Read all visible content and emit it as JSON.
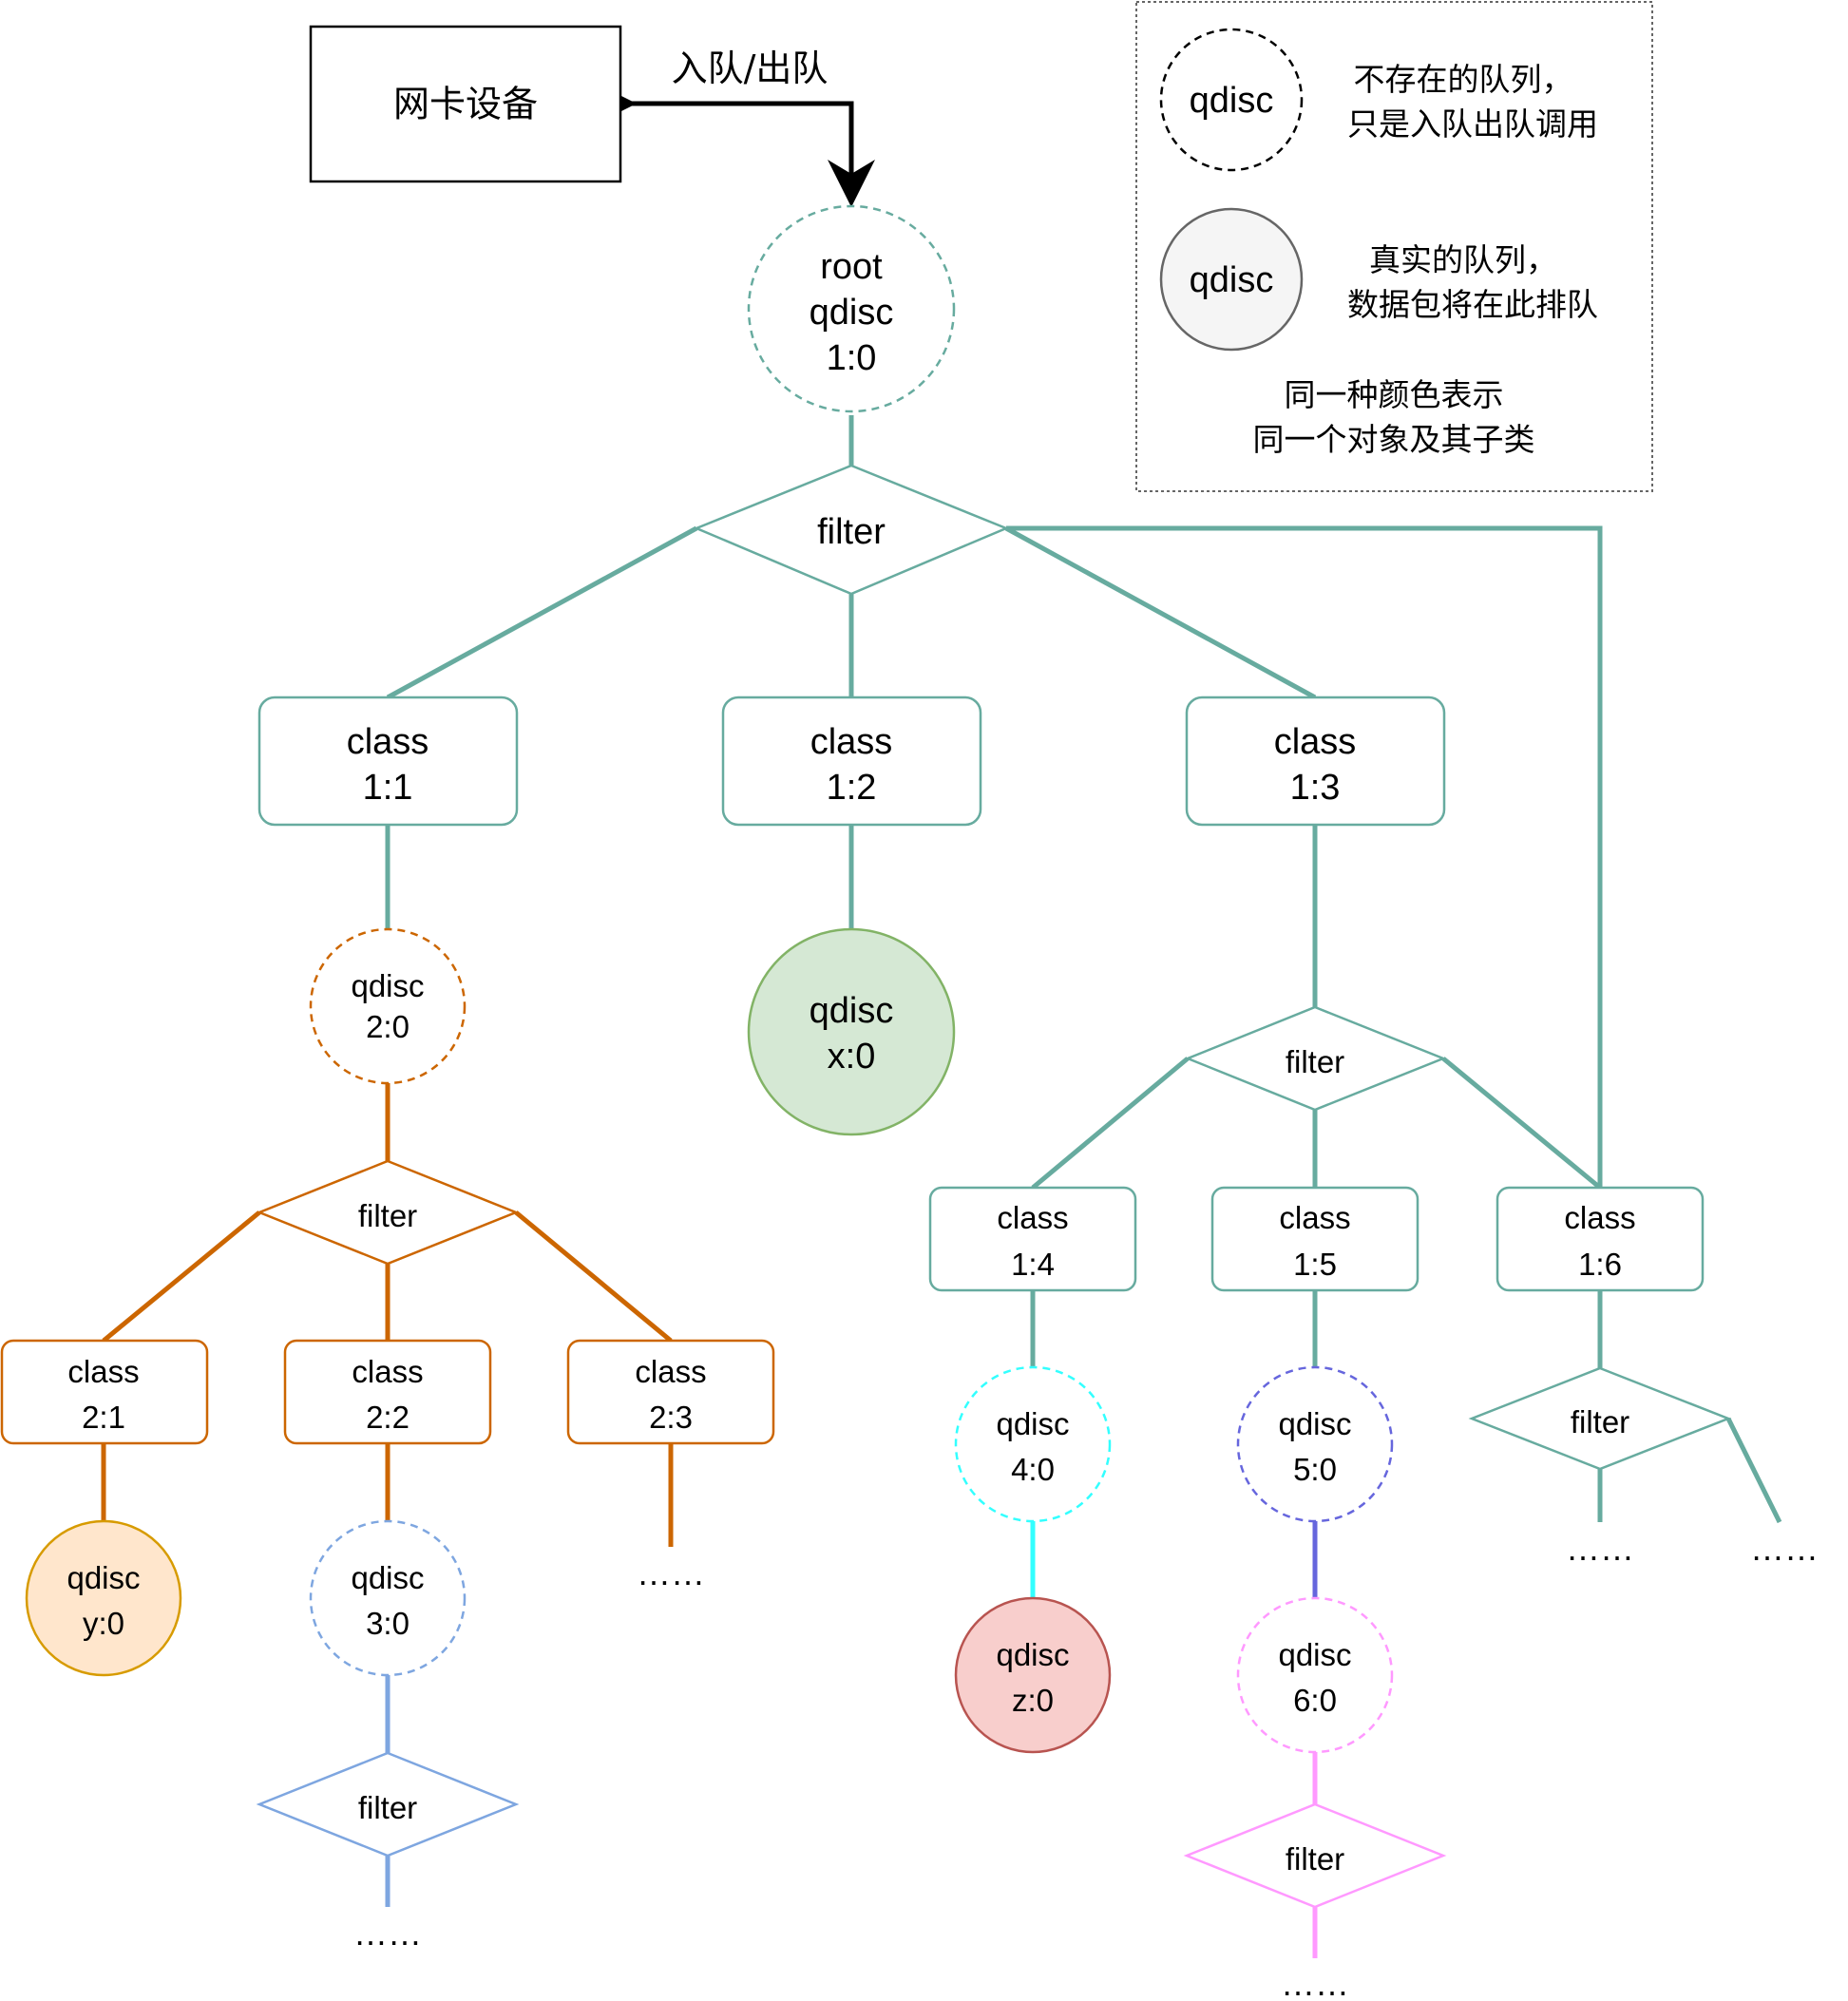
{
  "device": {
    "label": "网卡设备"
  },
  "io_label": "入队/出队",
  "legend": {
    "dashed_sample": "qdisc",
    "dashed_desc": [
      "不存在的队列，",
      "只是入队出队调用"
    ],
    "solid_sample": "qdisc",
    "solid_desc": [
      "真实的队列，",
      "数据包将在此排队"
    ],
    "color_note": [
      "同一种颜色表示",
      "同一个对象及其子类"
    ]
  },
  "colors": {
    "teal": "#67AB9F",
    "orange": "#CC6600",
    "blue": "#7EA6E0",
    "cyan": "#33FFFF",
    "purple": "#6666DD",
    "pink": "#FF99FF",
    "green_fill": "#D5E8D4",
    "green_stroke": "#82B366",
    "yellow_fill": "#FFE6CC",
    "yellow_stroke": "#D79B00",
    "red_fill": "#F8CECC",
    "red_stroke": "#B85450",
    "grey_fill": "#F5F5F5",
    "grey_stroke": "#666666"
  },
  "nodes": {
    "root": [
      "root",
      "qdisc",
      "1:0"
    ],
    "filter_root": "filter",
    "c11": [
      "class",
      "1:1"
    ],
    "c12": [
      "class",
      "1:2"
    ],
    "c13": [
      "class",
      "1:3"
    ],
    "q20": [
      "qdisc",
      "2:0"
    ],
    "qx0": [
      "qdisc",
      "x:0"
    ],
    "filter_c13": "filter",
    "filter_q20": "filter",
    "c14": [
      "class",
      "1:4"
    ],
    "c15": [
      "class",
      "1:5"
    ],
    "c16": [
      "class",
      "1:6"
    ],
    "c21": [
      "class",
      "2:1"
    ],
    "c22": [
      "class",
      "2:2"
    ],
    "c23": [
      "class",
      "2:3"
    ],
    "q40": [
      "qdisc",
      "4:0"
    ],
    "q50": [
      "qdisc",
      "5:0"
    ],
    "filter_c16": "filter",
    "qy0": [
      "qdisc",
      "y:0"
    ],
    "q30": [
      "qdisc",
      "3:0"
    ],
    "qz0": [
      "qdisc",
      "z:0"
    ],
    "q60": [
      "qdisc",
      "6:0"
    ],
    "filter_q30": "filter",
    "filter_q60": "filter"
  },
  "ellipsis": "……"
}
